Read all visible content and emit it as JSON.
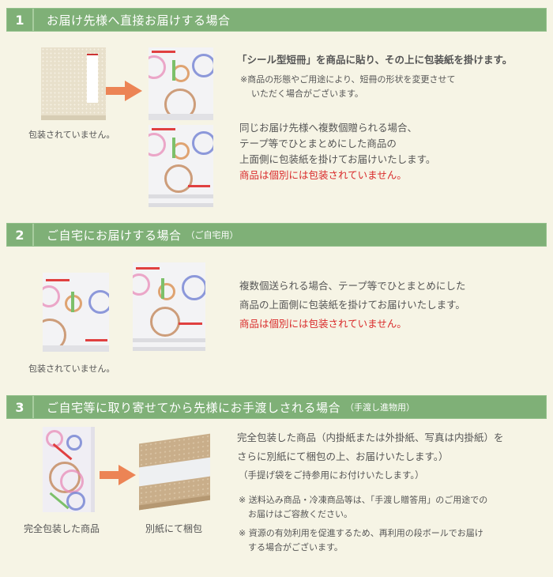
{
  "sections": [
    {
      "number": "1",
      "title": "お届け先様へ直接お届けする場合",
      "subtitle": "",
      "caption_left": "包装されていません。",
      "lead": "「シール型短冊」を商品に貼り、その上に包装紙を掛けます。",
      "note_line1": "※商品の形態やご用途により、短冊の形状を変更させて",
      "note_line2": "いただく場合がございます。",
      "body_lines": [
        "同じお届け先様へ複数個贈られる場合、",
        "テープ等でひとまとめにした商品の",
        "上面側に包装紙を掛けてお届けいたします。"
      ],
      "warning": "商品は個別には包装されていません。"
    },
    {
      "number": "2",
      "title": "ご自宅にお届けする場合",
      "subtitle": "（ご自宅用）",
      "caption_left": "包装されていません。",
      "body_lines": [
        "複数個送られる場合、テープ等でひとまとめにした",
        "商品の上面側に包装紙を掛けてお届けいたします。"
      ],
      "warning": "商品は個別には包装されていません。"
    },
    {
      "number": "3",
      "title": "ご自宅等に取り寄せてから先様にお手渡しされる場合",
      "subtitle": "（手渡し進物用）",
      "caption_left": "完全包装した商品",
      "caption_right": "別紙にて梱包",
      "body_lines": [
        "完全包装した商品（内掛紙または外掛紙、写真は内掛紙）を",
        "さらに別紙にて梱包の上、お届けいたします。）"
      ],
      "paren_note": "（手提げ袋をご持参用にお付けいたします。）",
      "notes": [
        {
          "line1": "※ 送料込み商品・冷凍商品等は、「手渡し贈答用」のご用途での",
          "line2": "お届けはご容赦ください。"
        },
        {
          "line1": "※ 資源の有効利用を促進するため、再利用の段ボールでお届け",
          "line2": "する場合がございます。"
        }
      ]
    }
  ],
  "icons": {
    "arrow": "right-arrow-icon"
  },
  "colors": {
    "header_bg": "#7fb077",
    "page_bg": "#f6f4e5",
    "warning": "#d92a2a",
    "arrow": "#ec8455"
  }
}
